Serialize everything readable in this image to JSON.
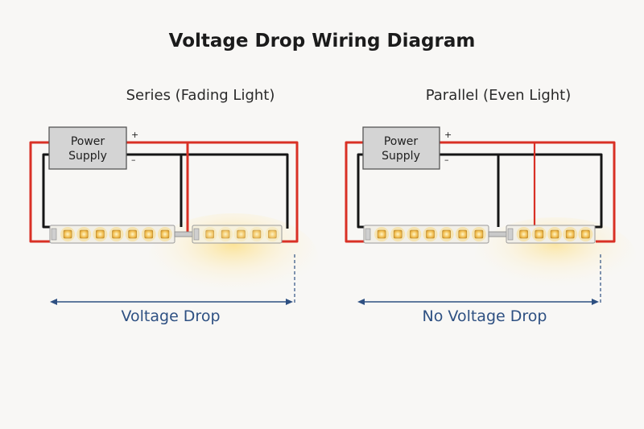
{
  "title": "Voltage Drop Wiring Diagram",
  "colors": {
    "positive_wire": "#d93025",
    "negative_wire": "#151515",
    "arrow": "#2e5082",
    "power_supply_fill": "#d4d4d4",
    "led_glow": "#ffd24a"
  },
  "panels": [
    {
      "id": "series",
      "subtitle": "Series (Fading Light)",
      "power_supply_label": [
        "Power",
        "Supply"
      ],
      "positive_sign": "+",
      "negative_sign": "–",
      "arrow_label": "Voltage Drop",
      "strip_brightness": [
        1.0,
        0.5
      ]
    },
    {
      "id": "parallel",
      "subtitle": "Parallel (Even Light)",
      "power_supply_label": [
        "Power",
        "Supply"
      ],
      "positive_sign": "+",
      "negative_sign": "–",
      "arrow_label": "No Voltage Drop",
      "strip_brightness": [
        1.0,
        1.0
      ]
    }
  ]
}
